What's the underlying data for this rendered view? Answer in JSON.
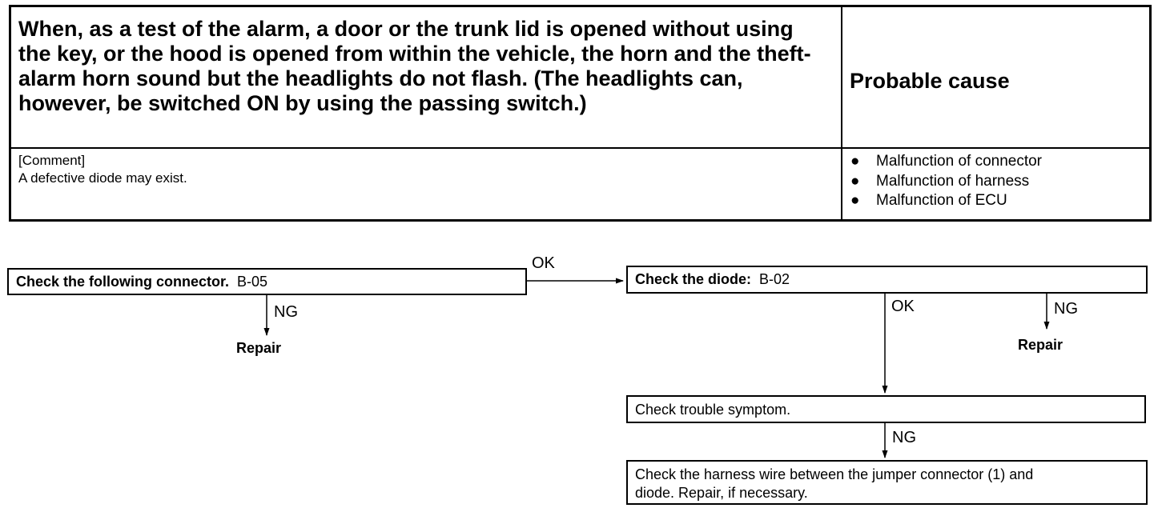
{
  "symptom": {
    "title": "When, as a test of the alarm, a door or the trunk lid is opened without using the key, or the hood is opened from within the vehicle, the horn and the theft-alarm horn sound but the headlights do not flash. (The headlights can, however, be switched ON by using the passing switch.)",
    "cause_header": "Probable cause",
    "comment_label": "[Comment]",
    "comment_text": "A defective diode may exist.",
    "causes": [
      "Malfunction of connector",
      "Malfunction of harness",
      "Malfunction of ECU"
    ]
  },
  "flow": {
    "step1": {
      "bold": "Check the following connector.",
      "code": "B-05"
    },
    "step1_ok": "OK",
    "step1_ng": "NG",
    "step1_ng_action": "Repair",
    "step2": {
      "bold": "Check the diode:",
      "code": "B-02"
    },
    "step2_ok": "OK",
    "step2_ng": "NG",
    "step2_ng_action": "Repair",
    "step3": "Check trouble symptom.",
    "step3_ng": "NG",
    "step4_line1": "Check the harness wire between the jumper connector (1) and",
    "step4_line2": "diode. Repair, if necessary."
  },
  "colors": {
    "ink": "#000000",
    "paper": "#ffffff"
  }
}
